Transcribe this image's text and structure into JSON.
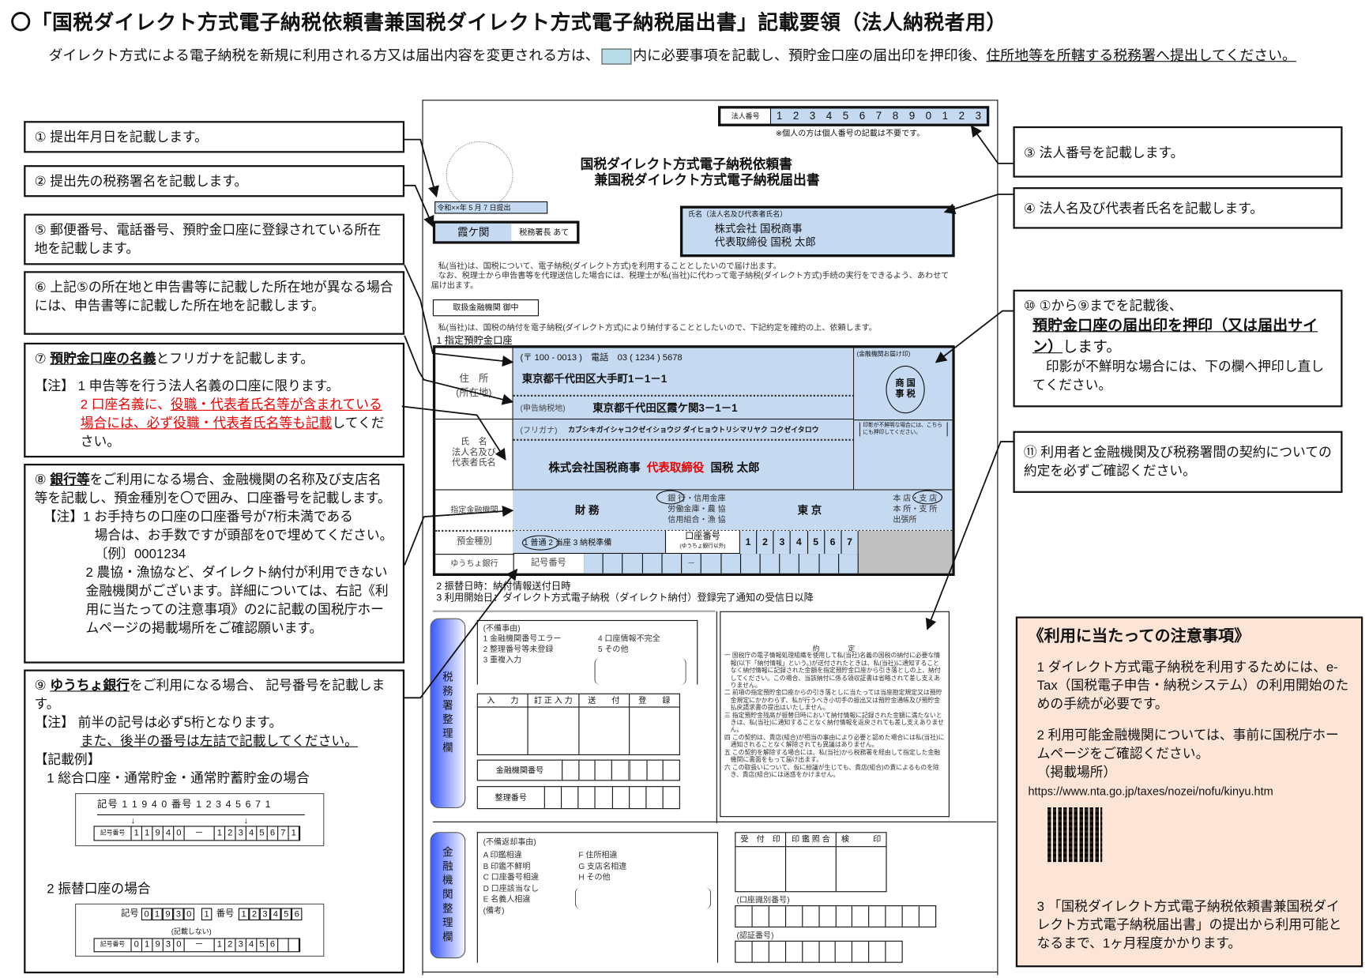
{
  "title": "〇「国税ダイレクト方式電子納税依頼書兼国税ダイレクト方式電子納税届出書」記載要領（法人納税者用）",
  "subtitle": {
    "before": "ダイレクト方式による電子納税を新規に利用される方又は届出内容を変更される方は、",
    "after": "内に必要事項を記載し、預貯金口座の届出印を押印後、",
    "underlined": "住所地等を所轄する税務署へ提出してください。",
    "swatch_color": "#b7dde8"
  },
  "left_notes": {
    "n1": "① 提出年月日を記載します。",
    "n2": "② 提出先の税務署名を記載します。",
    "n5": "⑤ 郵便番号、電話番号、預貯金口座に登録されている所在地を記載します。",
    "n6": "⑥ 上記⑤の所在地と申告書等に記載した所在地が異なる場合には、申告書等に記載した所在地を記載します。",
    "n7": {
      "num": "⑦",
      "u": "預貯金口座の名義",
      "rest": "とフリガナを記載します。",
      "note_head": "【注】",
      "note1": "1 申告等を行う法人名義の口座に限ります。",
      "note2_red_a": "2 口座名義に、",
      "note2_red_b": "役職・代表者氏名等が含まれている場合には、必ず役職・代表者氏名等も記載",
      "note2_end": "してください。"
    },
    "n8": {
      "num": "⑧",
      "u": "銀行等",
      "rest": "をご利用になる場合、金融機関の名称及び支店名等を記載し、預金種別を〇で囲み、口座番号を記載します。",
      "note1a": "【注】1 お手持ちの口座の口座番号が7桁未満である",
      "note1b": "場合は、お手数ですが頭部を0で埋めてください。",
      "note1c": "〔例〕0001234",
      "note2": "2 農協・漁協など、ダイレクト納付が利用できない金融機関がございます。詳細については、右記《利用に当たっての注意事項》の2に記載の国税庁ホームページの掲載場所をご確認願います。"
    },
    "n9": {
      "num": "⑨",
      "u": "ゆうちょ銀行",
      "rest": "をご利用になる場合、 記号番号を記載します。",
      "note_a": "【注】 前半の記号は必ず5桁となります。",
      "note_b": "また、後半の番号は左詰で記載してください。",
      "example_head": "【記載例】",
      "ex1_title": "1 総合口座・通常貯金・通常貯蓄貯金の場合",
      "ex1_top": "記号 1 1 9 4 0 番号 1 2 3 4 5 6 7 1",
      "ex2_title": "2 振替口座の場合",
      "ex_label": "記号番号",
      "kigo": "記号",
      "bango": "番号",
      "no_entry": "(記載しない)",
      "dash": "－",
      "ex1_cells_a": [
        "1",
        "1",
        "9",
        "4",
        "0"
      ],
      "ex1_cells_b": [
        "1",
        "2",
        "3",
        "4",
        "5",
        "6",
        "7",
        "1"
      ],
      "ex2_top_a": [
        "0",
        "1",
        "9",
        "3",
        "0"
      ],
      "ex2_top_mid": [
        "1"
      ],
      "ex2_top_b": [
        "1",
        "2",
        "3",
        "4",
        "5",
        "6"
      ],
      "ex2_cells_a": [
        "0",
        "1",
        "9",
        "3",
        "0"
      ],
      "ex2_cells_b": [
        "1",
        "2",
        "3",
        "4",
        "5",
        "6",
        "",
        ""
      ]
    }
  },
  "right_notes": {
    "n3": "③ 法人番号を記載します。",
    "n4": "④ 法人名及び代表者氏名を記載します。",
    "n10": {
      "head": "⑩ ①から⑨までを記載後、",
      "u": "預貯金口座の届出印を押印（又は届出サイン）",
      "rest": "します。",
      "sub": "印影が不鮮明な場合には、下の欄へ押印し直してください。"
    },
    "n11": "⑪ 利用者と金融機関及び税務署間の契約についての約定を必ずご確認ください。"
  },
  "usage_notes": {
    "title": "《利用に当たっての注意事項》",
    "item1": "1 ダイレクト方式電子納税を利用するためには、e-Tax（国税電子申告・納税システム）の利用開始のための手続が必要です。",
    "item2": "2 利用可能金融機関については、事前に国税庁ホームページをご確認ください。",
    "place": "（掲載場所）",
    "url": "https://www.nta.go.jp/taxes/nozei/nofu/kinyu.htm",
    "item3": "3 「国税ダイレクト方式電子納税依頼書兼国税ダイレクト方式電子納税届出書」の提出から利用可能となるまで、1ヶ月程度かかります。",
    "bg_color": "#fce4d6"
  },
  "form": {
    "corp_label": "法人番号",
    "corp_digits": [
      "1",
      "2",
      "3",
      "4",
      "5",
      "6",
      "7",
      "8",
      "9",
      "0",
      "1",
      "2",
      "3"
    ],
    "corp_note": "※個人の方は個人番号の記載は不要です。",
    "title1": "国税ダイレクト方式電子納税依頼書",
    "title2": "兼国税ダイレクト方式電子納税届出書",
    "date": "令和××年 5 月 7 日提出",
    "office": "霞ケ関",
    "office_suffix": "税務署長 あて",
    "name_label": "氏名（法人名及び代表者氏名）",
    "name1": "株式会社 国税商事",
    "name2": "代表取締役 国税 太郎",
    "para1": "私(当社)は、国税について、電子納税(ダイレクト方式)を利用することとしたいので届け出ます。",
    "para2": "なお、税理士から申告書等を代理送信した場合には、税理士が私(当社)に代わって電子納税(ダイレクト方式)手続の実行をできるよう、あわせて届け出ます。",
    "bank_addressee": "取扱金融機関 御中",
    "request": "私(当社)は、国税の納付を電子納税(ダイレクト方式)により納付することとしたいので、下記約定を確約の上、依頼します。",
    "section1": "1 指定預貯金口座",
    "addr_label1": "住　所",
    "addr_label2": "(所在地)",
    "postal": "(〒 100 - 0013 )　電話　03 ( 1234 ) 5678",
    "address": "東京都千代田区大手町1－1－1",
    "tax_place_label": "(申告納税地)",
    "tax_place": "東京都千代田区霞ケ関3－1－1",
    "name_row_label1": "氏　名",
    "name_row_label2": "法人名及び",
    "name_row_label3": "代表者氏名",
    "furigana_label": "(フリガナ)",
    "furigana": "カブシキガイシャコクゼイショウジ ダイヒョウトリシマリヤク コクゼイタロウ",
    "holder_a": "株式会社国税商事",
    "holder_red": "代表取締役",
    "holder_b": "国税 太郎",
    "seal_label": "(金融機関お届け印)",
    "seal_text": [
      "商 国",
      "事 税"
    ],
    "seal_note": "印影が不鮮明な場合には、こちらにも押印してください。",
    "bank_label": "指定金融機関",
    "bank_name": "財 務",
    "bank_types": [
      "銀 行・信用金庫",
      "労働金庫・農 協",
      "信用組合・漁 協"
    ],
    "branch_name": "東 京",
    "branch_types": [
      "本 店・支 店",
      "本 所・支 所",
      "出張所"
    ],
    "deposit_label": "預金種別",
    "deposit_types": "1 普通 2 当座 3 納税準備",
    "account_label": "口座番号",
    "account_sub": "(ゆうちょ銀行以外)",
    "account_digits": [
      "1",
      "2",
      "3",
      "4",
      "5",
      "6",
      "7"
    ],
    "yucho_label": "ゆうちょ銀行",
    "kigo_label": "記号番号",
    "dash": "－",
    "section2": "2 振替日時：納付情報送付日時",
    "section3": "3 利用開始日：ダイレクト方式電子納税（ダイレクト納付）登録完了通知の受信日以降",
    "office_pill": "税務署整理欄",
    "defect_head": "(不備事由)",
    "defects": [
      "1 金融機関番号エラー",
      "2 整理番号等未登録",
      "3 重複入力",
      "4 口座情報不完全",
      "5 その他"
    ],
    "proc_headers": [
      "入　　力",
      "訂 正 入 力",
      "送　　付",
      "登　　録"
    ],
    "bank_no_label": "金融機関番号",
    "ref_no_label": "整理番号",
    "terms_title": "約　　　定",
    "terms": [
      "一 国税庁の電子情報処理組織を使用して私(当社)名義の国税の納付に必要な情報(以下「納付情報」という。)が送付されたときは、私(当社)に通知することなく納付情報に記録された金額を指定預貯金口座から引き落としの上、納付してください。この場合、当該納付に係る領収証書は省略されて差し支えありません。",
      "二 前項の指定預貯金口座からの引き落としに当たっては当座勘定規定又は預貯金規定にかかわらず、私が行うべき小切手の振出又は預貯金通帳及び預貯金払戻請求書の提出はいたしません。",
      "三 指定預貯金残高が振替日時において納付情報に記録された金額に満たないときは、私(当社)に通知することなく納付情報を返戻されても差し支えありません。",
      "四 この契約は、貴店(組合)が相当の事由により必要と認めた場合には私(当社)に通知されることなく解除されても異議はありません。",
      "五 この契約を解除する場合には、私(当社)から税務署を経由して指定した金融機関に書面をもって届け出ます。",
      "六 この取扱いについて、仮に紛議が生じても、貴店(組合)の責によるものを除き、貴店(組合)には迷惑をかけません。"
    ],
    "bank_pill": "金融機関整理欄",
    "return_head": "(不備返却事由)",
    "returns_left": [
      "A 印鑑相違",
      "B 印鑑不鮮明",
      "C 口座番号相違",
      "D 口座該当なし",
      "E 名義人相違"
    ],
    "returns_right": [
      "F 住所相違",
      "G 支店名相違",
      "H その他"
    ],
    "remarks": "(備考)",
    "stamp_headers": [
      "受　付　印",
      "印 鑑 照 合",
      "検　　　印"
    ],
    "account_id_label": "(口座識別番号)",
    "auth_label": "(認証番号)",
    "blue": "#c5d9f1"
  }
}
